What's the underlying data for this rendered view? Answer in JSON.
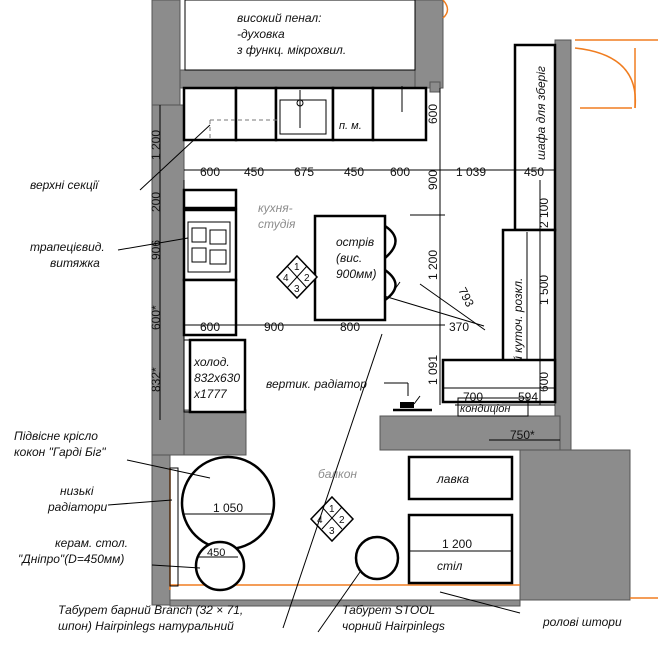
{
  "labels": {
    "tall_cabinet": [
      "високий пенал:",
      "-духовка",
      "з функц. мікрохвил."
    ],
    "upper_sections": "верхні секції",
    "hood": [
      "трапецієвид.",
      "витяжка"
    ],
    "studio": [
      "кухня-",
      "студія"
    ],
    "island": [
      "острів",
      "(вис.",
      "900мм)"
    ],
    "dishwasher": "п. м.",
    "fridge": [
      "холод.",
      "832x630",
      "x1777"
    ],
    "radiator": "вертик. радіатор",
    "storage_wardrobe": "шафа для зберіг",
    "sofa": "м'який куточ. розкл.",
    "ac": "кондиціон",
    "balcony": "балкон",
    "hanging_chair": [
      "Підвісне крісло",
      "кокон \"Гарді Біг\""
    ],
    "low_radiators": [
      "низькі",
      "радіатори"
    ],
    "ceramic_table": [
      "керам. стол.",
      "\"Дніпро\"(D=450мм)"
    ],
    "bench": "лавка",
    "table": "стіл",
    "bar_stool": [
      "Табурет барний Branch (32 × 71,",
      "шпон) Hairpinlegs натуральний"
    ],
    "stool": [
      "Табурет STOOL",
      "чорний Hairpinlegs"
    ],
    "blinds": "ролові штори"
  },
  "compass": {
    "n1": "1",
    "n2": "2",
    "n3": "3",
    "n4": "4"
  },
  "dims": {
    "upper_height": "1 200",
    "counter_600a": "600",
    "d_450a": "450",
    "d_675": "675",
    "d_450b": "450",
    "d_600b": "600",
    "d_600_right": "600",
    "d_900v": "900",
    "d_1039": "1 039",
    "d_450w": "450",
    "d_200": "200",
    "d_906": "906",
    "d_600star": "600*",
    "d_600c": "600",
    "d_900h": "900",
    "d_800": "800",
    "d_1200v": "1 200",
    "d_793": "793",
    "d_370": "370",
    "d_2100": "2 100",
    "d_1500": "1 500",
    "d_832": "832*",
    "d_1091": "1 091",
    "d_700": "700",
    "d_594": "594",
    "d_600d": "600",
    "d_750": "750*",
    "d_1050": "1 050",
    "d_450c": "450",
    "d_1200t": "1 200"
  }
}
